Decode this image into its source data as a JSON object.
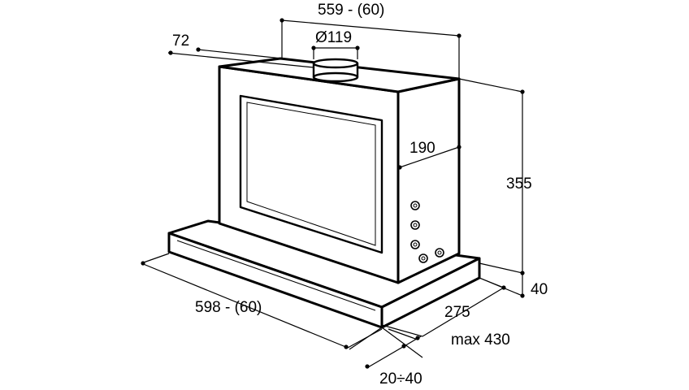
{
  "diagram": {
    "labels": {
      "top_width": "559 - (60)",
      "top_offset": "72",
      "duct_diameter": "Ø119",
      "duct_height": "190",
      "total_height": "355",
      "base_height": "40",
      "bottom_width": "598 - (60)",
      "depth": "275",
      "depth_max": "max 430",
      "front_offset": "20÷40"
    }
  }
}
